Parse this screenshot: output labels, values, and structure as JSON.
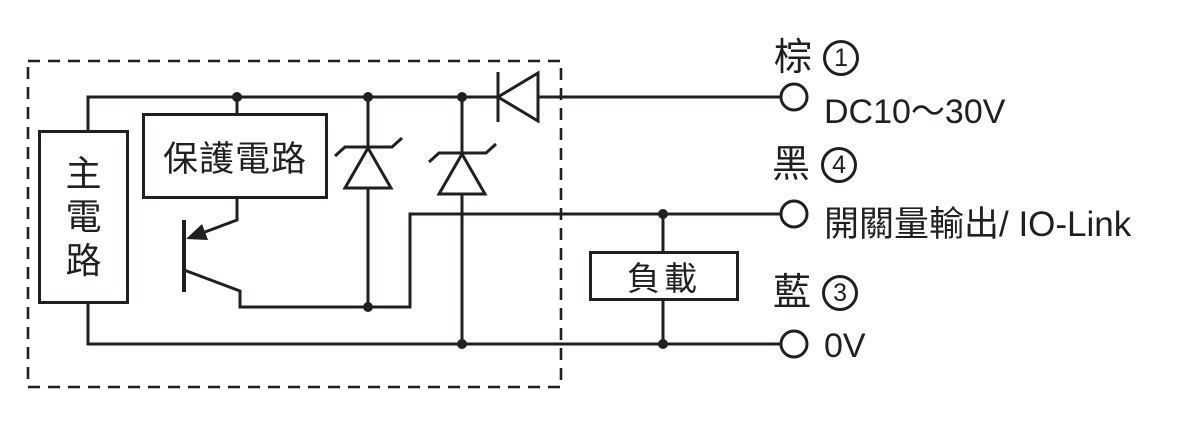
{
  "diagram": {
    "blocks": {
      "main_circuit": "主電路",
      "protection_circuit": "保護電路",
      "load": "負載"
    },
    "terminals": [
      {
        "wire_color": "棕",
        "pin": "1",
        "label": "DC10～30V"
      },
      {
        "wire_color": "黑",
        "pin": "4",
        "label": "開關量輸出/ IO-Link"
      },
      {
        "wire_color": "藍",
        "pin": "3",
        "label": "0V"
      }
    ],
    "colors": {
      "line": "#231f20",
      "background": "#ffffff"
    }
  }
}
